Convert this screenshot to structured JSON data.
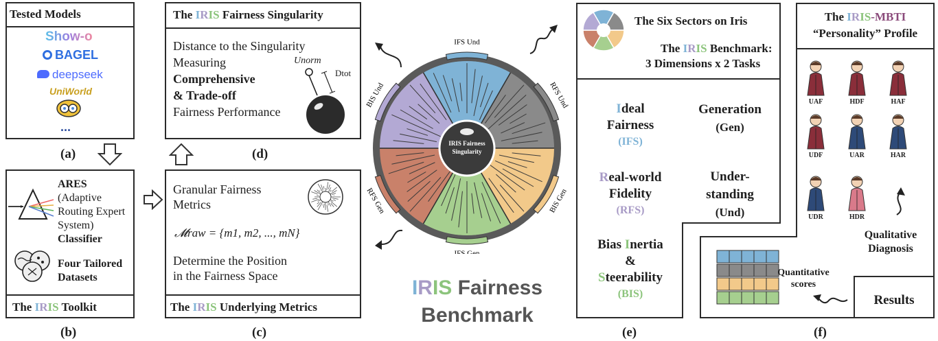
{
  "panel_a": {
    "header": "Tested Models",
    "models": [
      "Show-o",
      "BAGEL",
      "deepseek",
      "UniWorld",
      "..."
    ],
    "label": "(a)"
  },
  "panel_b": {
    "ares": [
      "ARES",
      "(Adaptive",
      "Routing Expert",
      "System)",
      "Classifier"
    ],
    "datasets": [
      "Four Tailored",
      "Datasets"
    ],
    "footer": [
      "The ",
      "IRIS",
      " Toolkit"
    ],
    "label": "(b)"
  },
  "panel_c": {
    "title": [
      "Granular Fairness",
      "Metrics"
    ],
    "formula": "𝓜raw = {m1, m2, ..., mN}",
    "desc": [
      "Determine the Position",
      "in the Fairness Space"
    ],
    "footer": [
      "The ",
      "IRIS",
      " Underlying Metrics"
    ],
    "label": "(c)"
  },
  "panel_d": {
    "header": [
      "The ",
      "IRIS",
      " Fairness Singularity"
    ],
    "lines": [
      "Distance to the Singularity",
      "Measuring",
      "Comprehensive",
      "& Trade-off",
      "Fairness Performance"
    ],
    "u_norm": "Unorm",
    "d_tot": "Dtot",
    "label": "(d)"
  },
  "wheel": {
    "center": [
      "IRIS Fairness",
      "Singularity"
    ],
    "sectors": [
      "IFS Und",
      "RFS Und",
      "BIS Gen",
      "IFS Gen",
      "RFS Gen",
      "BIS Und"
    ],
    "colors": [
      "#7fb3d6",
      "#8a8a8a",
      "#f2c98a",
      "#a6cf8f",
      "#c9816a",
      "#b3a9d4"
    ],
    "title_iris": "IRIS",
    "title_rest": " Fairness",
    "title_line2": "Benchmark"
  },
  "panel_e": {
    "six_sectors": "The Six Sectors on Iris",
    "benchmark": [
      "The ",
      "IRIS",
      " Benchmark:"
    ],
    "dims": "3 Dimensions x 2 Tasks",
    "ifs": [
      "Ideal",
      "Fairness",
      "(IFS)"
    ],
    "rfs": [
      "Real-world",
      "Fidelity",
      "(RFS)"
    ],
    "bis": [
      "Bias Inertia",
      "&",
      "Steerability",
      "(BIS)"
    ],
    "gen": [
      "Generation",
      "(Gen)"
    ],
    "und": [
      "Under-",
      "standing",
      "(Und)"
    ],
    "label": "(e)"
  },
  "panel_f": {
    "header": [
      "The ",
      "IRIS",
      "-MBTI",
      "“Personality” Profile"
    ],
    "types": [
      "UAF",
      "HDF",
      "HAF",
      "UDF",
      "UAR",
      "HAR",
      "UDR",
      "HDR"
    ],
    "qualitative": [
      "Qualitative",
      "Diagnosis"
    ],
    "quantitative": [
      "Quantitative",
      "scores"
    ],
    "results": "Results",
    "label": "(f)"
  }
}
